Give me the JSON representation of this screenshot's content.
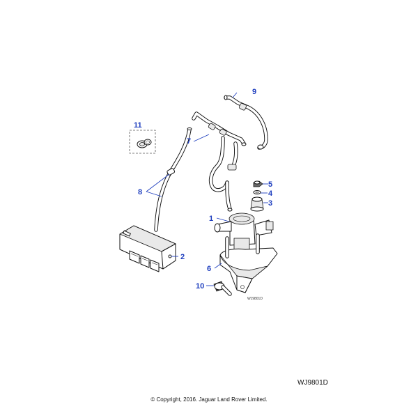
{
  "callouts": [
    {
      "number": "1"
    },
    {
      "number": "2"
    },
    {
      "number": "3"
    },
    {
      "number": "4"
    },
    {
      "number": "5"
    },
    {
      "number": "6"
    },
    {
      "number": "7"
    },
    {
      "number": "8"
    },
    {
      "number": "9"
    },
    {
      "number": "10"
    },
    {
      "number": "11"
    }
  ],
  "inner_ref": "WJ9801D",
  "footer": {
    "ref_code": "WJ9801D",
    "copyright": "© Copyright, 2016. Jaguar Land Rover Limited."
  },
  "colors": {
    "callout": "#1f3fbf",
    "line": "#111111"
  }
}
